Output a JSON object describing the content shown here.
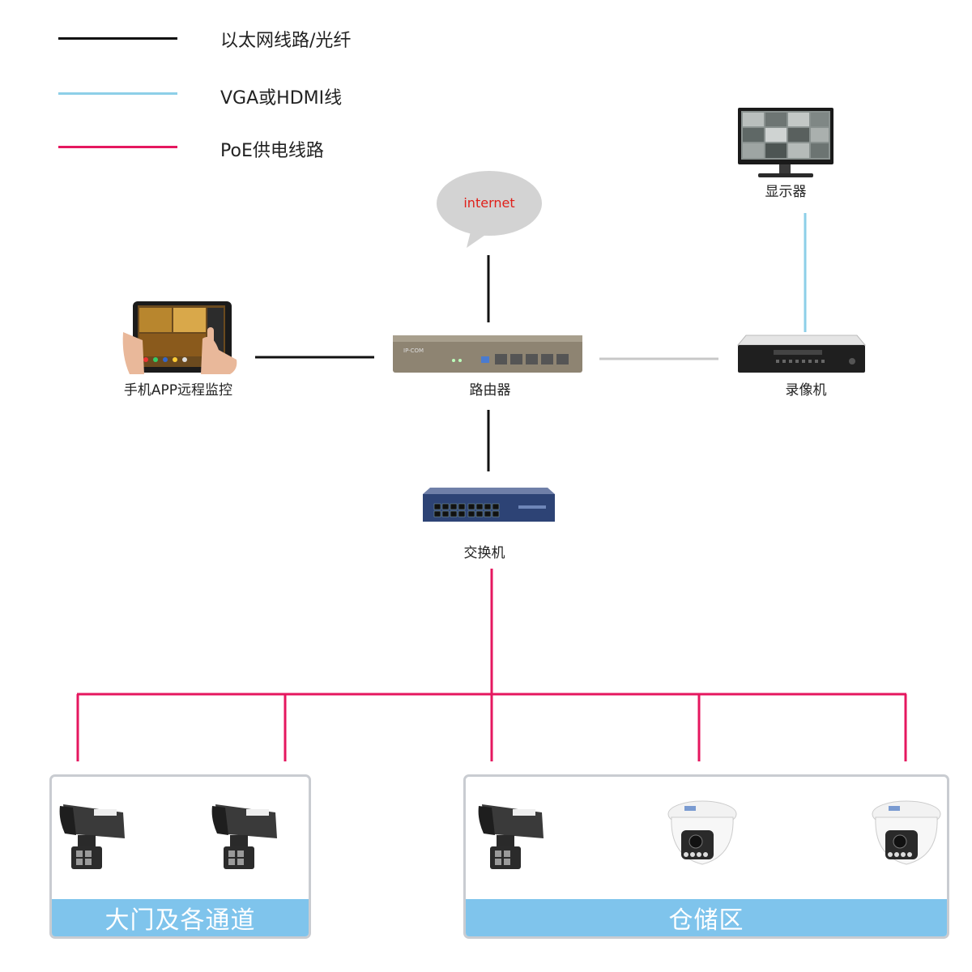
{
  "legend": [
    {
      "label": "以太网线路/光纤",
      "color": "#111111"
    },
    {
      "label": "VGA或HDMI线",
      "color": "#8dcfe8"
    },
    {
      "label": "PoE供电线路",
      "color": "#e5175f"
    }
  ],
  "cloud": {
    "label": "internet"
  },
  "devices": {
    "monitor": {
      "label": "显示器",
      "icon": "monitor-icon"
    },
    "tablet": {
      "label": "手机APP远程监控",
      "icon": "tablet-app-icon"
    },
    "router": {
      "label": "路由器",
      "icon": "router-icon",
      "brand": "IP-COM"
    },
    "nvr": {
      "label": "录像机",
      "icon": "nvr-icon"
    },
    "switch": {
      "label": "交换机",
      "icon": "switch-icon"
    }
  },
  "zones": [
    {
      "label": "大门及各通道",
      "cameras": [
        "bullet-camera-icon",
        "bullet-camera-icon"
      ]
    },
    {
      "label": "仓储区",
      "cameras": [
        "bullet-camera-icon",
        "dome-camera-icon",
        "dome-camera-icon"
      ]
    }
  ],
  "colors": {
    "ethernet": "#111111",
    "vga": "#8dcfe8",
    "poe": "#e5175f",
    "banner": "#7fc4ec",
    "cloud": "#d3d3d3"
  }
}
